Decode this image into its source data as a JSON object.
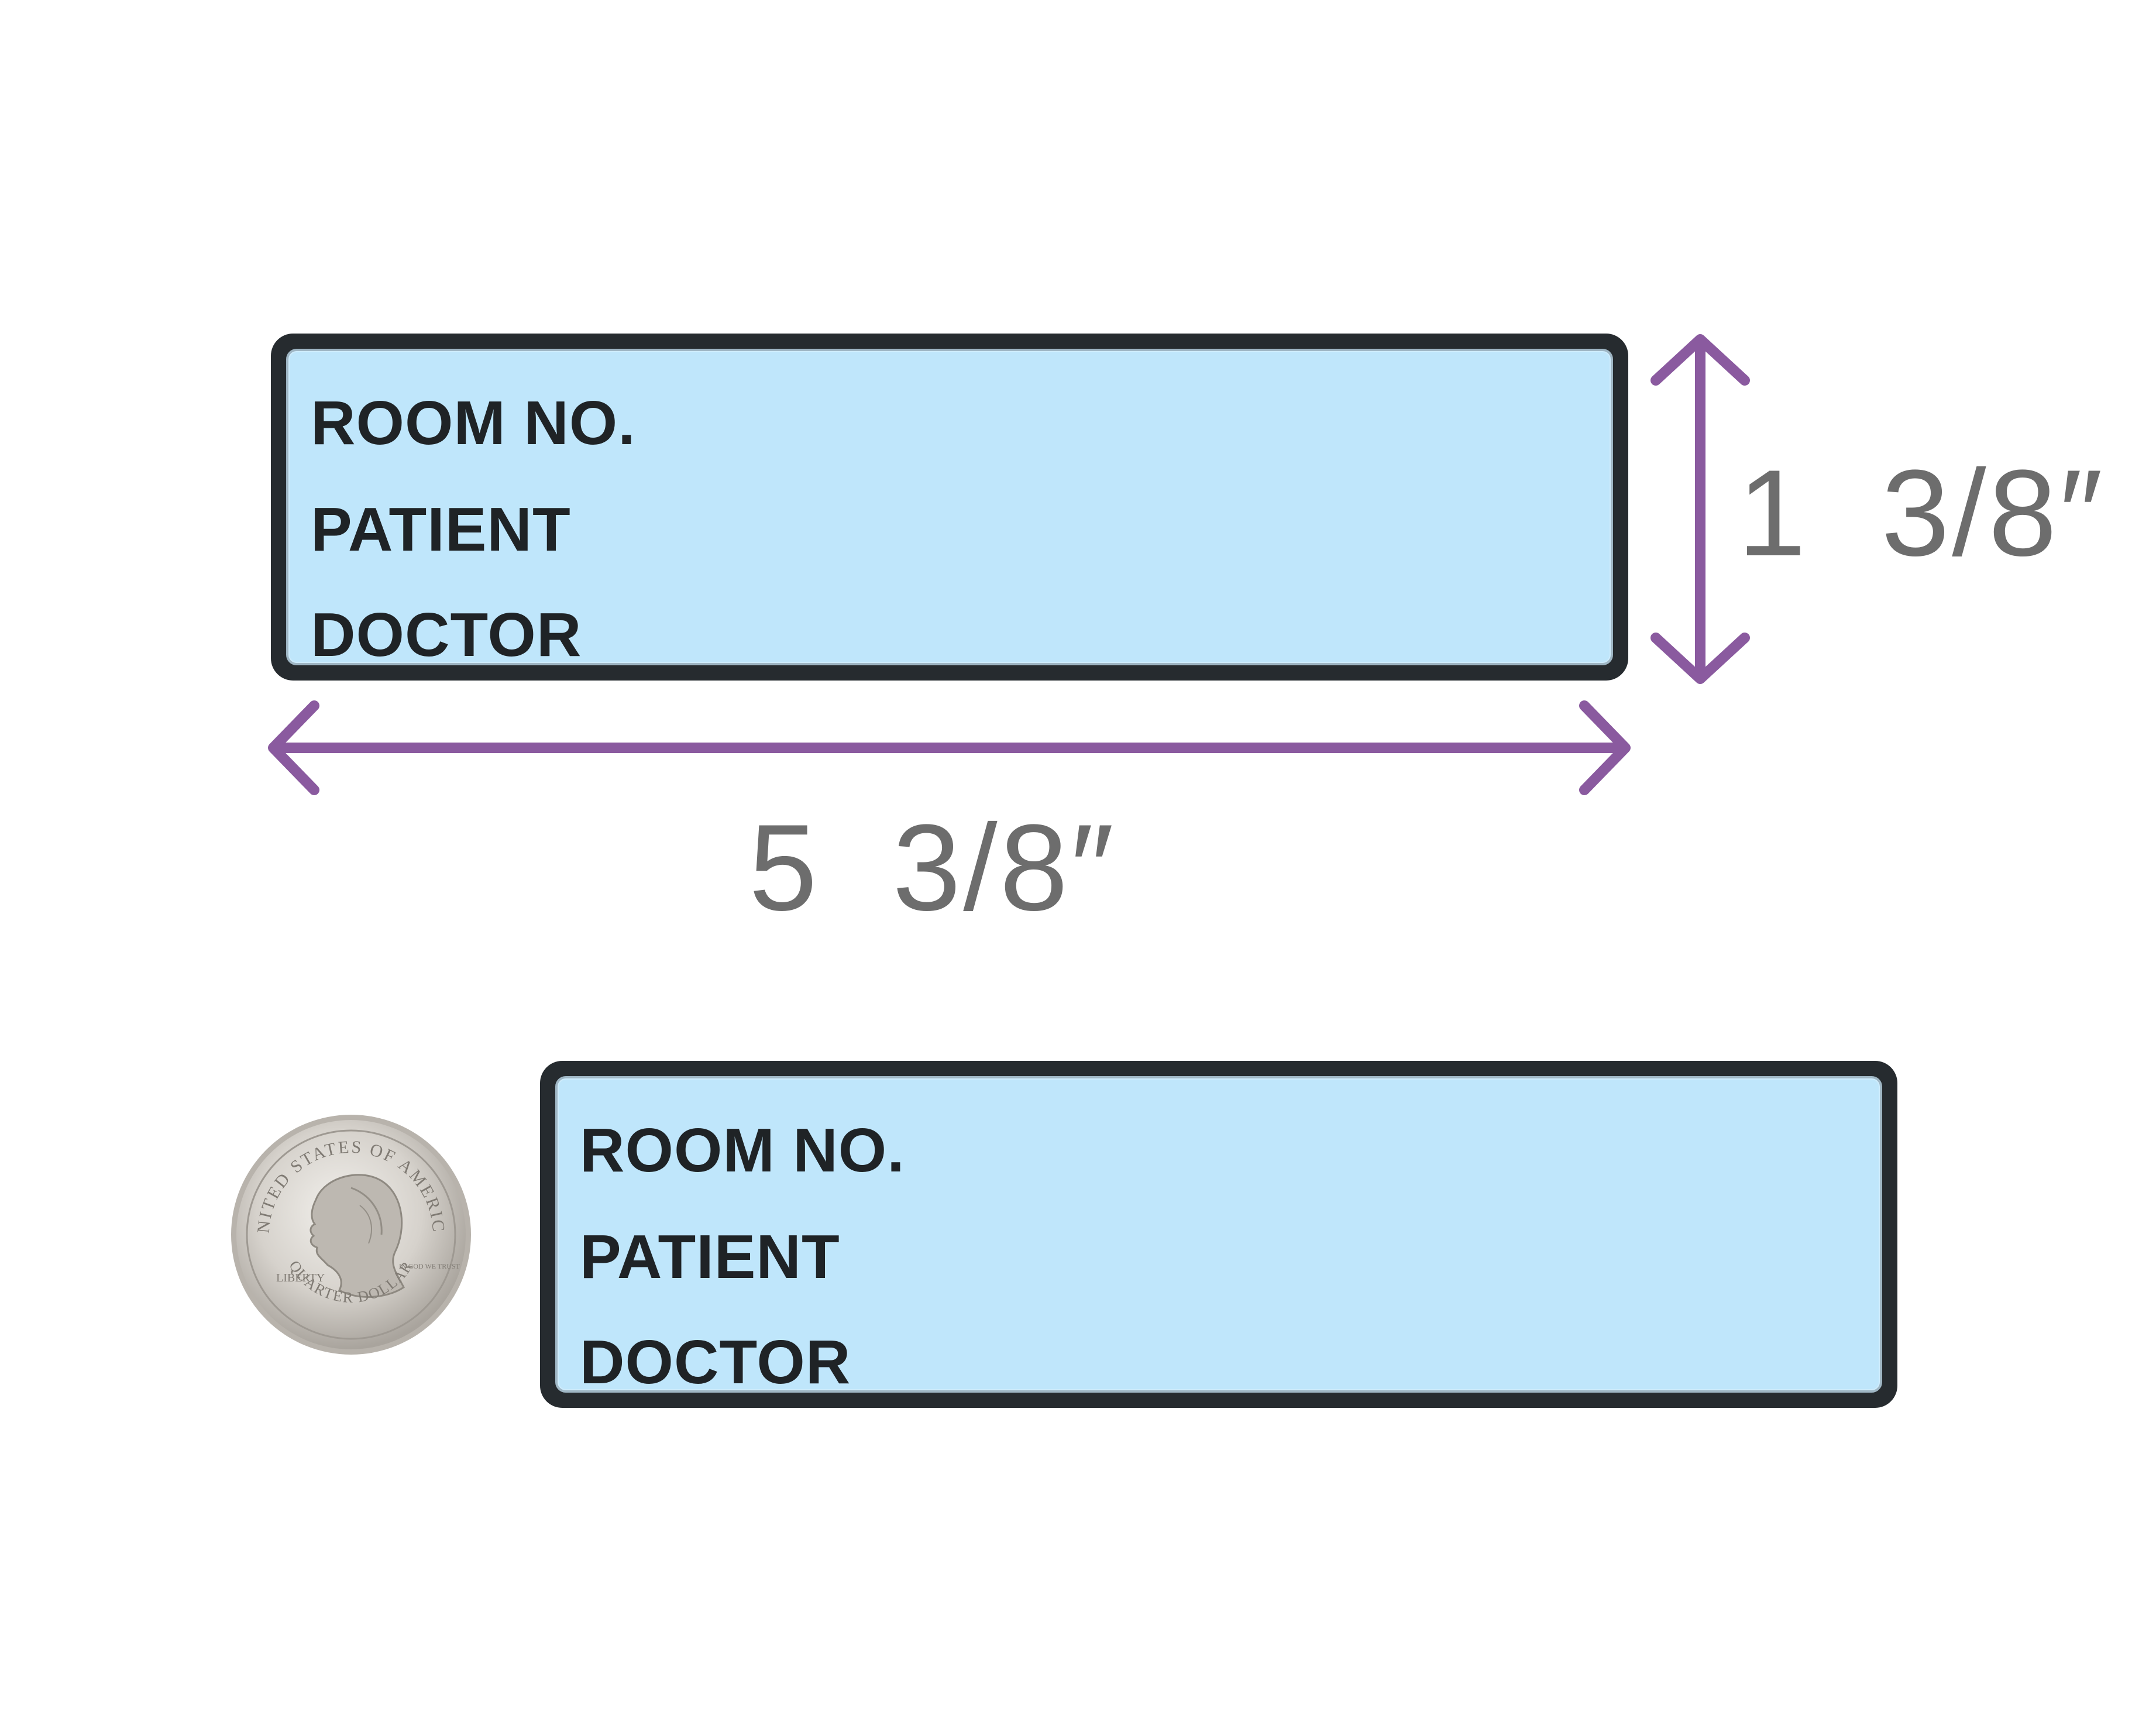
{
  "labels": [
    {
      "lines": [
        "ROOM NO.",
        "PATIENT",
        "DOCTOR"
      ]
    },
    {
      "lines": [
        "ROOM NO.",
        "PATIENT",
        "DOCTOR"
      ]
    }
  ],
  "dimensions": {
    "height": "1  3/8″",
    "width": "5  3/8″"
  },
  "coin": {
    "top_text": "UNITED STATES OF AMERICA",
    "bottom_text": "QUARTER DOLLAR",
    "left_text": "LIBERTY",
    "right_text": "IN GOD WE TRUST"
  },
  "colors": {
    "arrow": "#8a5a9f",
    "label_face": "#bfe6fb",
    "label_border": "#262b2f",
    "dimension_text": "#6d6d6d"
  }
}
